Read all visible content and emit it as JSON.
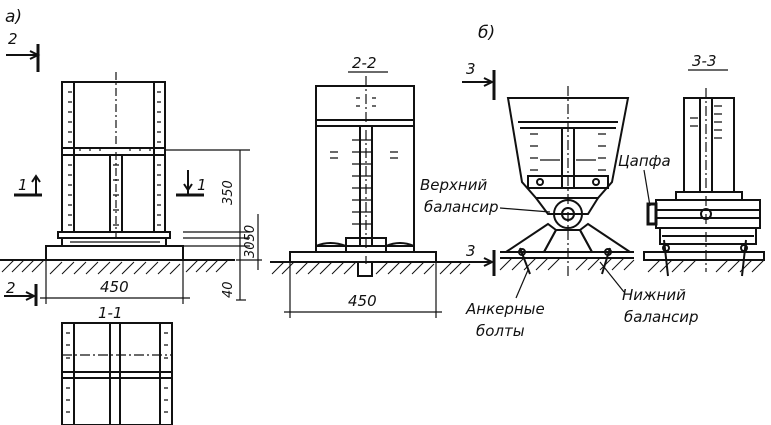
{
  "labels": {
    "view_a": "а)",
    "view_b": "б)",
    "section_2_left": "2",
    "section_2_left_bottom": "2",
    "section_1_left": "1",
    "section_1_right": "1",
    "section_3_top": "3",
    "section_3_bottom": "3",
    "title_2_2": "2-2",
    "title_1_1": "1-1",
    "title_3_3": "3-3"
  },
  "dimensions": {
    "dim_450_a": "450",
    "dim_350": "350",
    "dim_3050": "3050",
    "dim_40": "40",
    "dim_450_22": "450"
  },
  "callouts": {
    "upper_balancer_1": "Верхний",
    "upper_balancer_2": "балансир",
    "cap": "Цапфа",
    "anchor_bolts_1": "Анкерные",
    "anchor_bolts_2": "болты",
    "lower_balancer_1": "Нижний",
    "lower_balancer_2": "балансир"
  }
}
